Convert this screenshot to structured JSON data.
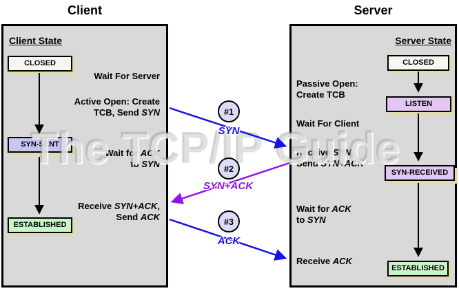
{
  "watermark": "The TCP/IP Guide",
  "colors": {
    "panel_bg": "#d9d9d9",
    "box_shadow": "#e0dcaa",
    "closed_bg": "#f7f7f2",
    "syn_sent_bg": "#c6c6f4",
    "listen_bg": "#e3c7f3",
    "established_bg": "#c9f6c9",
    "circle_bg": "#dcdcf8",
    "blue": "#1512e8",
    "purple": "#9213e8"
  },
  "client": {
    "title": "Client",
    "state_header": "Client State",
    "states": [
      {
        "label": "CLOSED"
      },
      {
        "label": "SYN-SENT"
      },
      {
        "label": "ESTABLISHED"
      }
    ],
    "annotations": [
      {
        "lines": [
          [
            {
              "t": "Wait For Server"
            }
          ]
        ]
      },
      {
        "lines": [
          [
            {
              "t": "Active Open: Create"
            }
          ],
          [
            {
              "t": "TCB, Send "
            },
            {
              "t": "SYN",
              "i": true
            }
          ]
        ]
      },
      {
        "lines": [
          [
            {
              "t": "Wait for "
            },
            {
              "t": "ACK",
              "i": true
            }
          ],
          [
            {
              "t": "to "
            },
            {
              "t": "SYN",
              "i": true
            }
          ]
        ]
      },
      {
        "lines": [
          [
            {
              "t": "Receive "
            },
            {
              "t": "SYN+ACK",
              "i": true
            },
            {
              "t": ","
            }
          ],
          [
            {
              "t": "Send "
            },
            {
              "t": "ACK",
              "i": true
            }
          ]
        ]
      }
    ]
  },
  "server": {
    "title": "Server",
    "state_header": "Server State",
    "states": [
      {
        "label": "CLOSED"
      },
      {
        "label": "LISTEN"
      },
      {
        "label": "SYN-RECEIVED"
      },
      {
        "label": "ESTABLISHED"
      }
    ],
    "annotations": [
      {
        "lines": [
          [
            {
              "t": "Passive Open:"
            }
          ],
          [
            {
              "t": "Create TCB"
            }
          ]
        ]
      },
      {
        "lines": [
          [
            {
              "t": "Wait For Client"
            }
          ]
        ]
      },
      {
        "lines": [
          [
            {
              "t": "Receive "
            },
            {
              "t": "SYN",
              "i": true
            },
            {
              "t": ","
            }
          ],
          [
            {
              "t": "Send "
            },
            {
              "t": "SYN+ACK",
              "i": true
            }
          ]
        ]
      },
      {
        "lines": [
          [
            {
              "t": "Wait for "
            },
            {
              "t": "ACK",
              "i": true
            }
          ],
          [
            {
              "t": "to "
            },
            {
              "t": "SYN",
              "i": true
            }
          ]
        ]
      },
      {
        "lines": [
          [
            {
              "t": "Receive "
            },
            {
              "t": "ACK",
              "i": true
            }
          ]
        ]
      }
    ]
  },
  "messages": [
    {
      "num": "#1",
      "label": "SYN",
      "direction": "client-to-server"
    },
    {
      "num": "#2",
      "label": "SYN+ACK",
      "direction": "server-to-client"
    },
    {
      "num": "#3",
      "label": "ACK",
      "direction": "client-to-server"
    }
  ]
}
